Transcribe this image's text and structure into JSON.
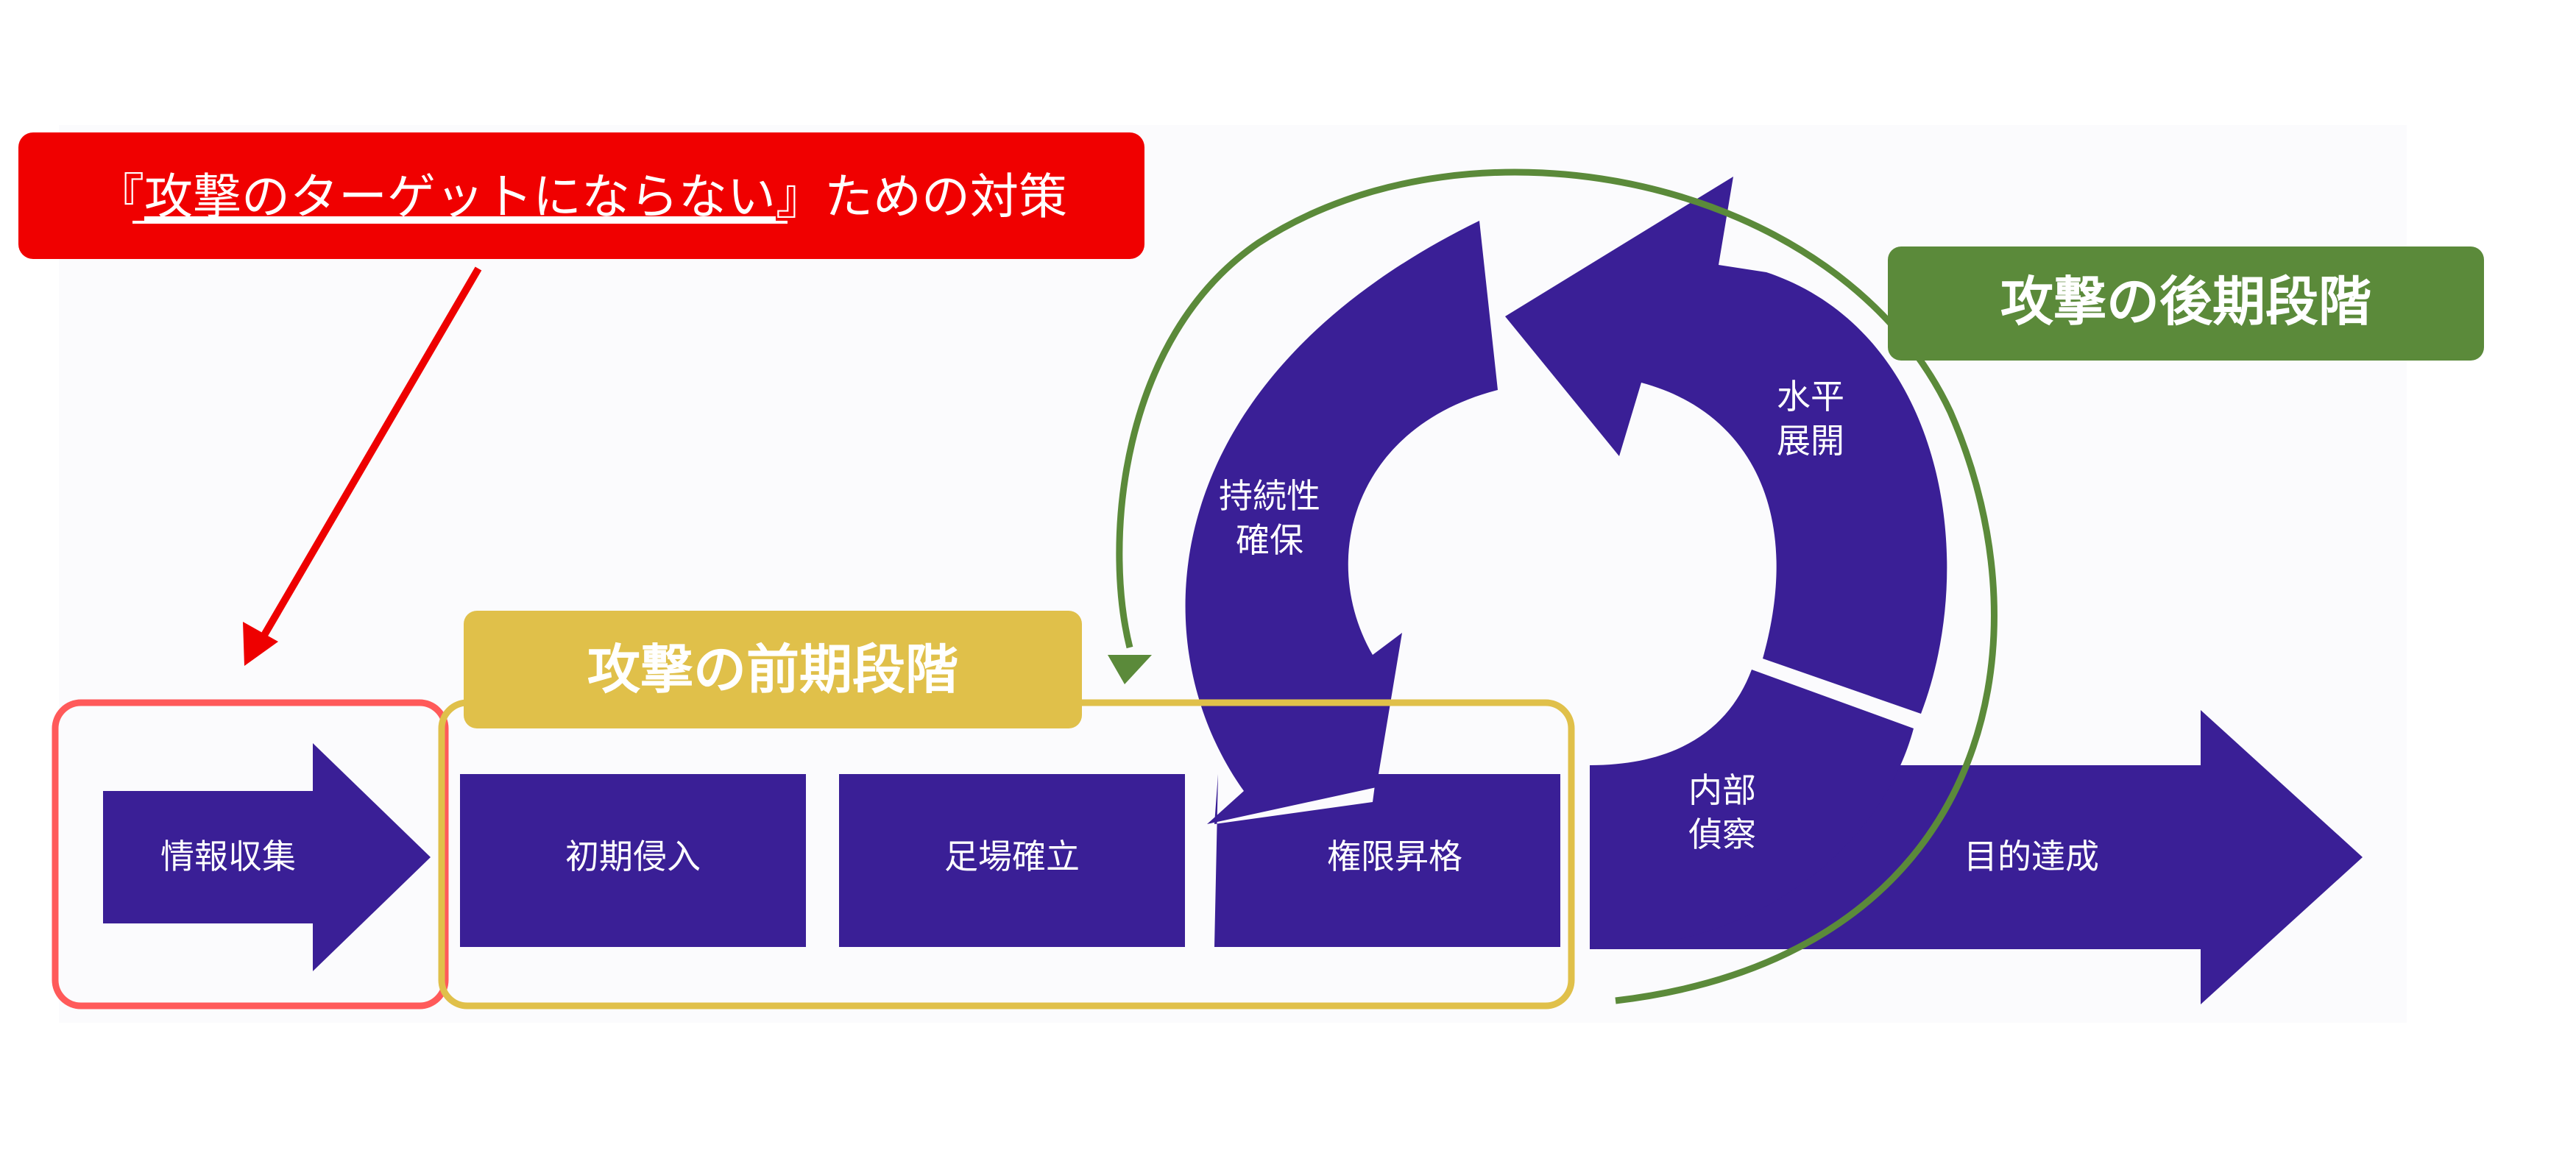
{
  "callout": {
    "prefix": "『",
    "underlined": "攻撃のターゲットにならない",
    "suffix": "』ための対策"
  },
  "phases": {
    "early": "攻撃の前期段階",
    "late": "攻撃の後期段階"
  },
  "steps": {
    "recon": "情報収集",
    "initial_access": "初期侵入",
    "foothold": "足場確立",
    "privilege": "権限昇格",
    "persistence_1": "持続性",
    "persistence_2": "確保",
    "lateral_1": "水平",
    "lateral_2": "展開",
    "internal_1": "内部",
    "internal_2": "偵察",
    "objective": "目的達成"
  },
  "colors": {
    "step_fill": "#3a1f96",
    "callout_red": "#f00000",
    "early_gold": "#e0c04a",
    "late_green": "#5b8a3a",
    "highlight_red": "#ff5a5a"
  }
}
